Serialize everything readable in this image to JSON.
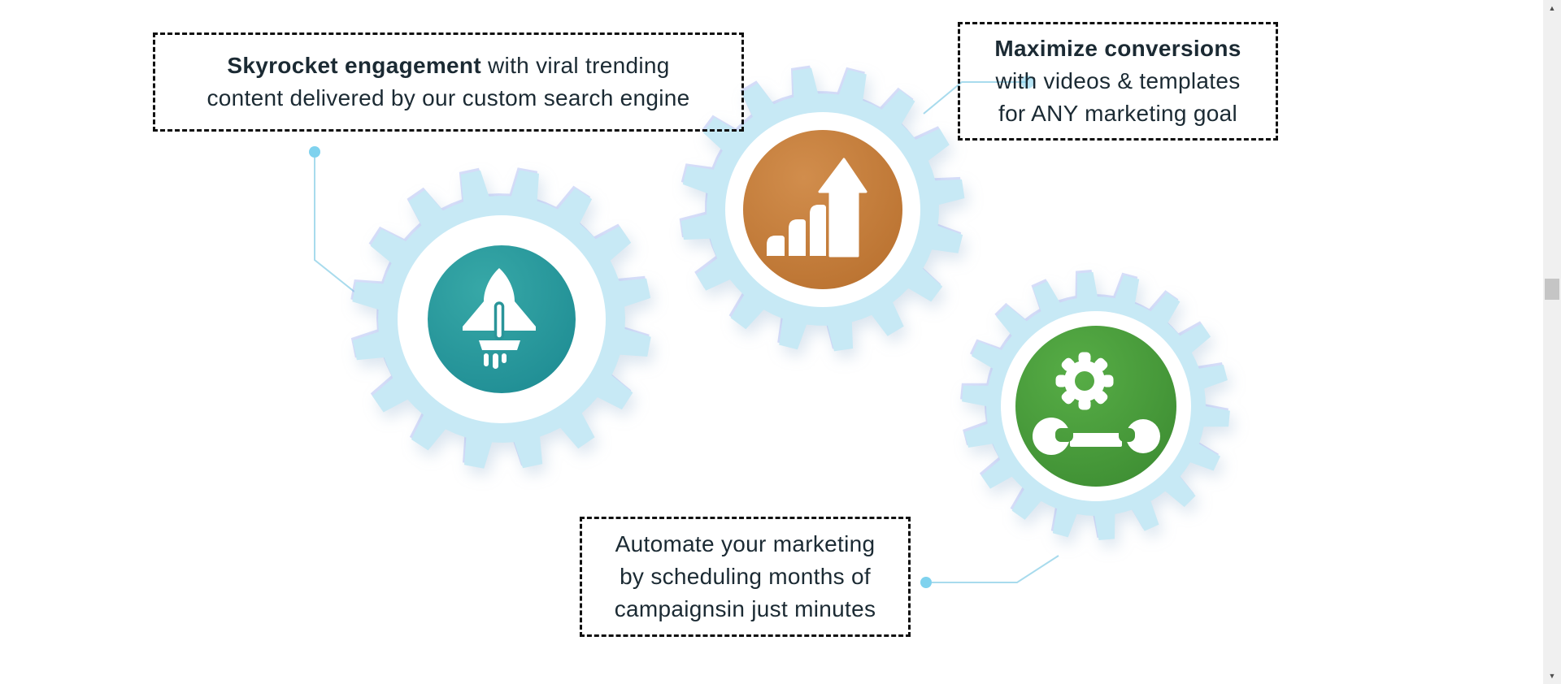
{
  "page": {
    "background": "#ffffff"
  },
  "palette": {
    "gear_blue": "#c7e9f5",
    "ring_white": "#ffffff",
    "teal_start": "#37a8a7",
    "teal_end": "#1f8d94",
    "orange_start": "#d18d4c",
    "orange_end": "#ba7230",
    "green_start": "#57ad46",
    "green_end": "#3e8e33",
    "connector_line": "#a8dbed",
    "connector_dot": "#7fd2ee",
    "text": "#1b2a33",
    "box_border": "#101010"
  },
  "callouts": [
    {
      "id": "engagement",
      "lines": [
        {
          "segments": [
            {
              "text": "Skyrocket engagement",
              "bold": true
            },
            {
              "text": " with viral trending",
              "bold": false
            }
          ]
        },
        {
          "segments": [
            {
              "text": "content delivered by our custom search engine",
              "bold": false
            }
          ]
        }
      ]
    },
    {
      "id": "conversions",
      "lines": [
        {
          "segments": [
            {
              "text": "Maximize conversions",
              "bold": true
            }
          ]
        },
        {
          "segments": [
            {
              "text": "with videos & templates",
              "bold": false
            }
          ]
        },
        {
          "segments": [
            {
              "text": "for ANY marketing goal",
              "bold": false
            }
          ]
        }
      ]
    },
    {
      "id": "automation",
      "lines": [
        {
          "segments": [
            {
              "text": "Automate your marketing",
              "bold": false
            }
          ]
        },
        {
          "segments": [
            {
              "text": "by scheduling months of",
              "bold": false
            }
          ]
        },
        {
          "segments": [
            {
              "text": "campaignsin just minutes",
              "bold": false
            }
          ]
        }
      ]
    }
  ],
  "gears": [
    {
      "icon": "rocket-icon",
      "topic": "engagement"
    },
    {
      "icon": "growth-chart-icon",
      "topic": "conversions"
    },
    {
      "icon": "cog-wrench-icon",
      "topic": "automation"
    }
  ],
  "scrollbar": {
    "up_glyph": "▲",
    "down_glyph": "▼"
  }
}
